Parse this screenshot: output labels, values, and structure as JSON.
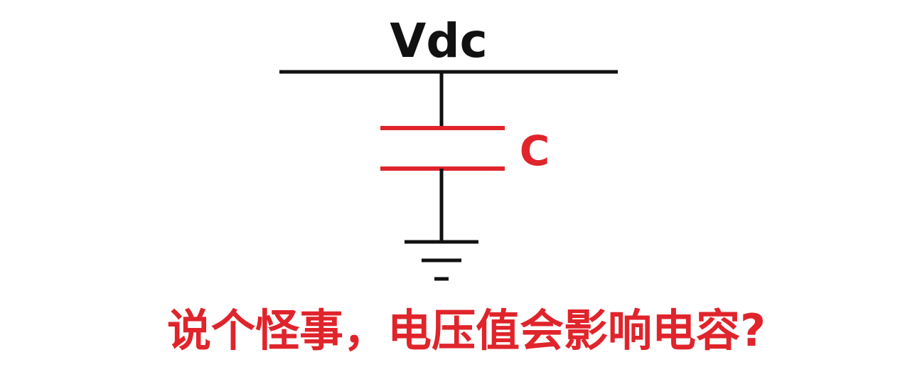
{
  "diagram": {
    "supply_label": "Vdc",
    "capacitor_label": "C",
    "caption": "说个怪事，电压值会影响电容?"
  },
  "colors": {
    "wire": "#111111",
    "capacitor": "#e0242b",
    "caption": "#e0242b"
  }
}
